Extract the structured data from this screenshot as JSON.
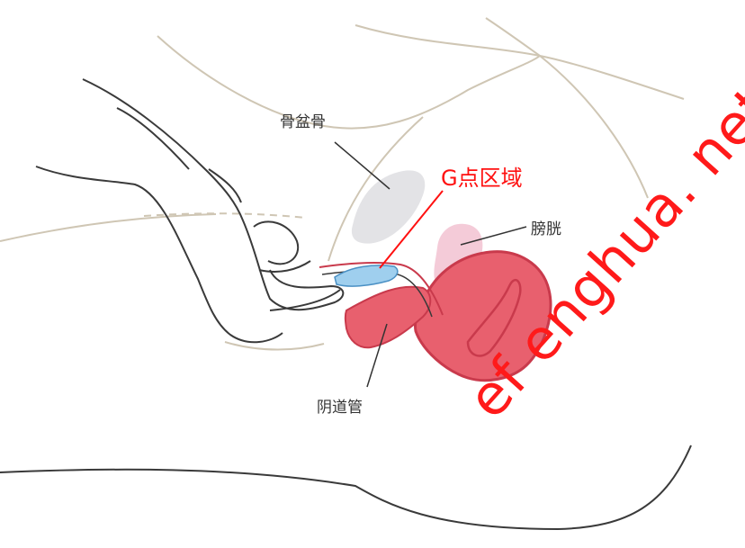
{
  "labels": {
    "pubic_bone": "骨盆骨",
    "g_spot_area": "G点区域",
    "bladder": "膀胱",
    "vaginal_canal": "阴道管"
  },
  "watermark": {
    "text": "ef enghua. net"
  },
  "colors": {
    "outline": "#cfc6b4",
    "hand_outline": "#3a3a3a",
    "pubic_bone": "#e3e3e6",
    "bladder": "#f4cbd8",
    "uterus": "#e8606e",
    "uterus_dark": "#c93a4c",
    "g_spot": "#9fcfee",
    "g_label": "#ff1010",
    "watermark": "#ff1a1a"
  }
}
